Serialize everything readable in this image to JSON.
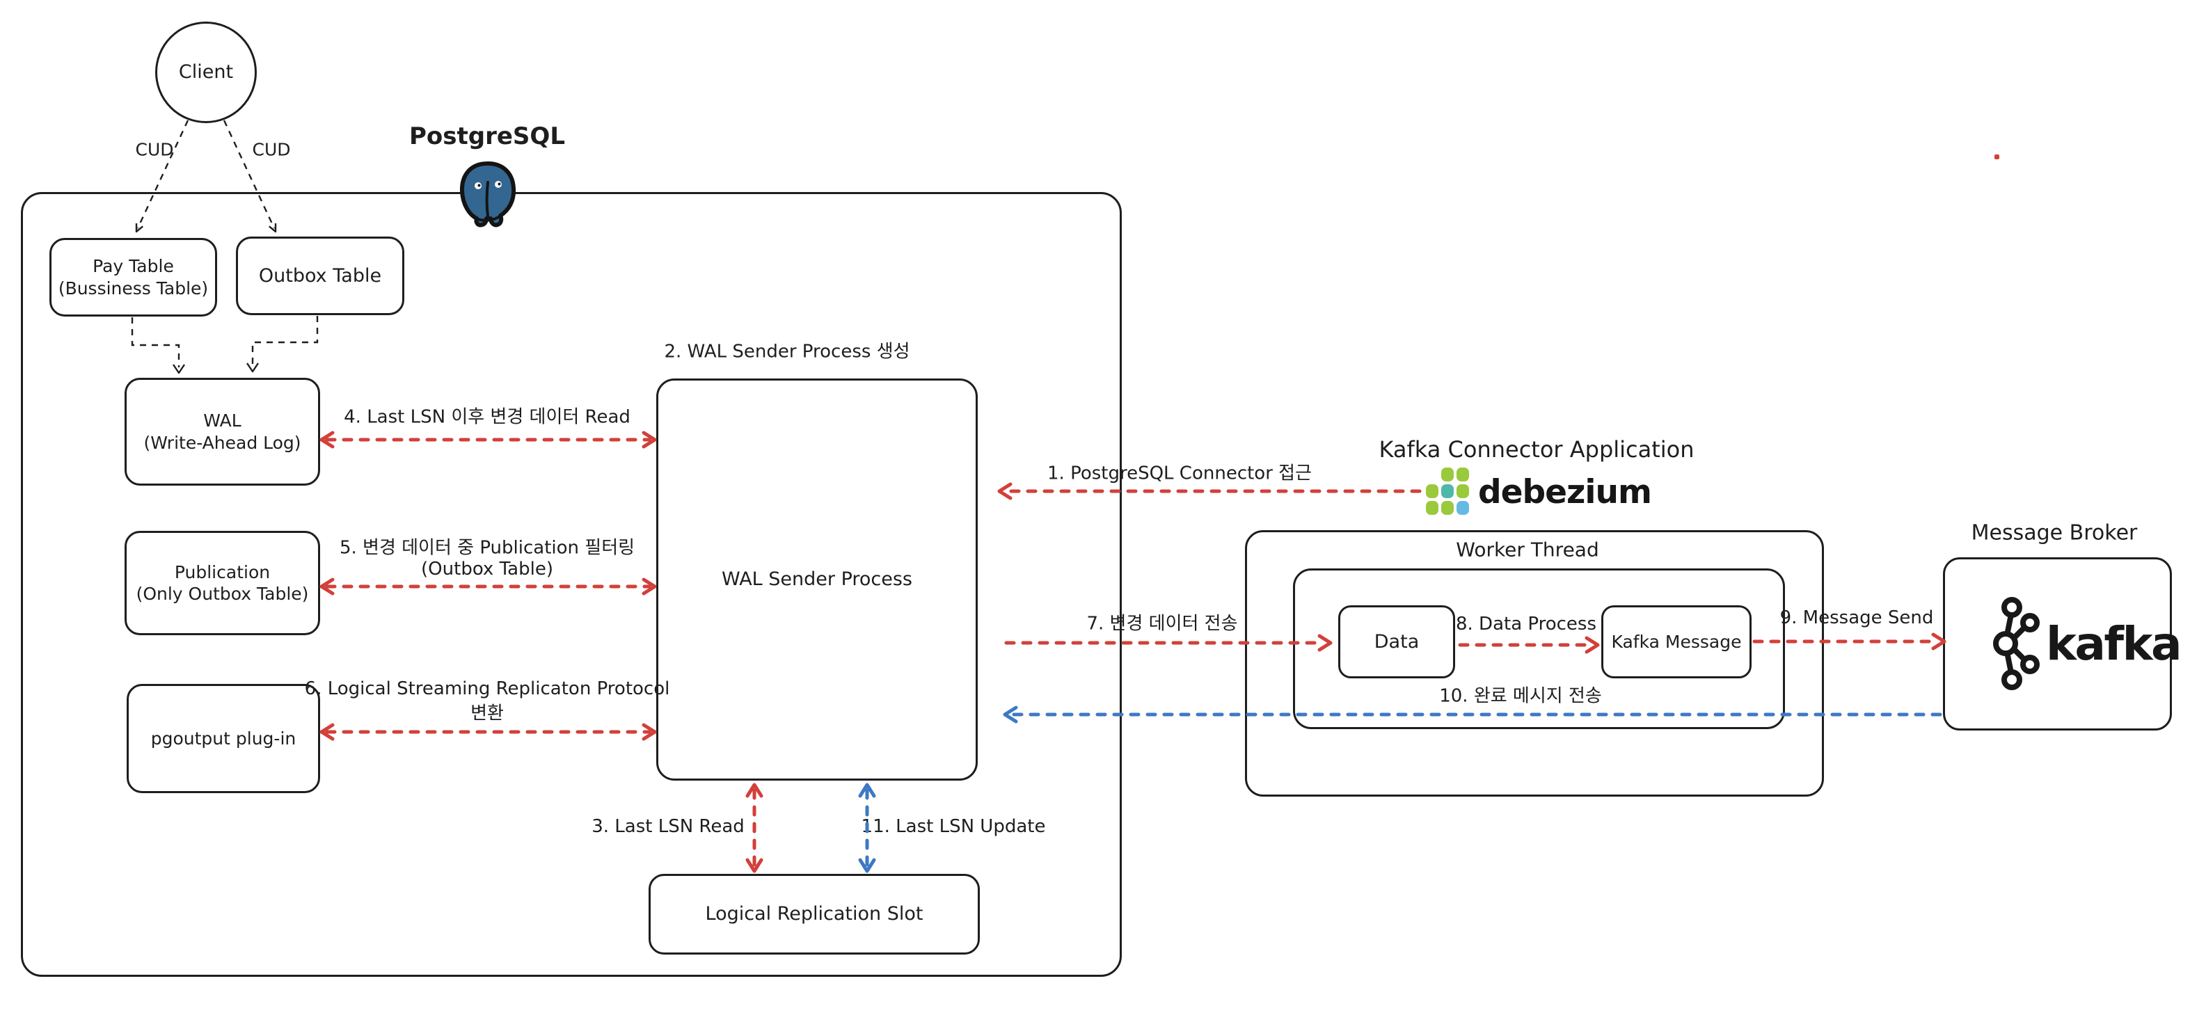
{
  "colors": {
    "stroke": "#1e1e1e",
    "arrow_red": "#d2403a",
    "arrow_blue": "#3d79c3",
    "postgres_blue": "#336791",
    "debezium_green": "#9aca3c",
    "debezium_teal": "#4fb8a8",
    "debezium_blue": "#66b9e3",
    "kafka_black": "#181818"
  },
  "client": {
    "label": "Client"
  },
  "edges": {
    "cud_left": "CUD",
    "cud_right": "CUD"
  },
  "postgresql": {
    "title": "PostgreSQL",
    "pay_table": {
      "line1": "Pay Table",
      "line2": "(Bussiness Table)"
    },
    "outbox_table": {
      "label": "Outbox Table"
    },
    "wal": {
      "line1": "WAL",
      "line2": "(Write-Ahead Log)"
    },
    "publication": {
      "line1": "Publication",
      "line2": "(Only Outbox Table)"
    },
    "pgoutput": {
      "label": "pgoutput plug-in"
    },
    "wal_sender": {
      "label": "WAL Sender Process"
    },
    "replication_slot": {
      "label": "Logical Replication Slot"
    }
  },
  "steps": {
    "s1": "1. PostgreSQL Connector 접근",
    "s2": "2. WAL Sender Process 생성",
    "s3": "3. Last LSN Read",
    "s4": "4. Last LSN 이후 변경 데이터 Read",
    "s5_line1": "5. 변경 데이터 중 Publication 필터링",
    "s5_line2": "(Outbox Table)",
    "s6_line1": "6. Logical Streaming Replicaton Protocol",
    "s6_line2": "변환",
    "s7": "7. 변경 데이터 전송",
    "s8": "8. Data Process",
    "s9": "9. Message Send",
    "s10": "10. 완료 메시지 전송",
    "s11": "11. Last LSN Update"
  },
  "connector_app": {
    "title": "Kafka Connector Application",
    "debezium_wordmark": "debezium",
    "worker_thread": "Worker Thread",
    "data_node": "Data",
    "kafka_message_node": "Kafka Message"
  },
  "broker": {
    "title": "Message Broker",
    "kafka_wordmark": "kafka"
  }
}
